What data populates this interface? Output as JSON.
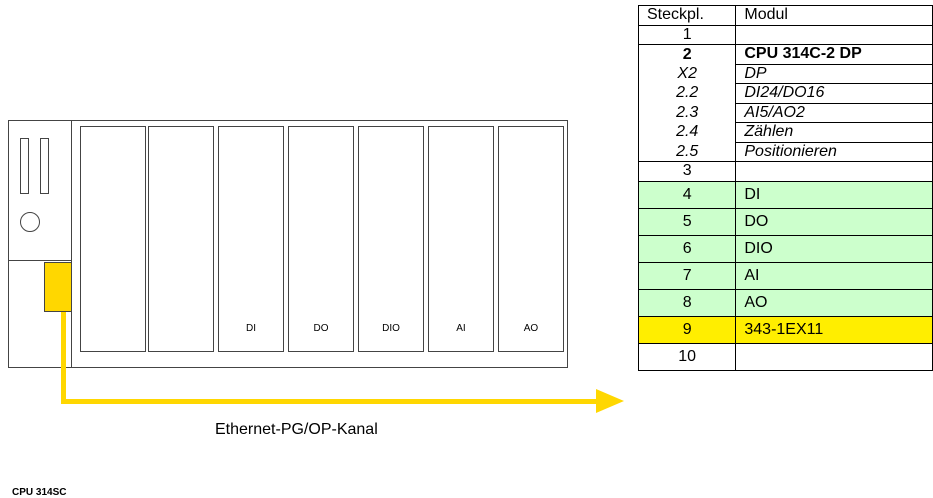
{
  "rack": {
    "cpu_label": "CPU 314SC",
    "slots": [
      "",
      "",
      "DI",
      "DO",
      "DIO",
      "AI",
      "AO"
    ]
  },
  "channel_label": "Ethernet-PG/OP-Kanal",
  "table": {
    "header": {
      "slot": "Steckpl.",
      "module": "Modul"
    },
    "rows": [
      {
        "slot": "1",
        "module": ""
      },
      {
        "slot": "2",
        "module": "CPU 314C-2 DP"
      },
      {
        "slot": "X2",
        "module": "DP"
      },
      {
        "slot": "2.2",
        "module": "DI24/DO16"
      },
      {
        "slot": "2.3",
        "module": "AI5/AO2"
      },
      {
        "slot": "2.4",
        "module": "Zählen"
      },
      {
        "slot": "2.5",
        "module": "Positionieren"
      },
      {
        "slot": "3",
        "module": ""
      },
      {
        "slot": "4",
        "module": "DI"
      },
      {
        "slot": "5",
        "module": "DO"
      },
      {
        "slot": "6",
        "module": "DIO"
      },
      {
        "slot": "7",
        "module": "AI"
      },
      {
        "slot": "8",
        "module": "AO"
      },
      {
        "slot": "9",
        "module": "343-1EX11"
      },
      {
        "slot": "10",
        "module": ""
      }
    ]
  },
  "colors": {
    "highlight_green": "#ccffcc",
    "highlight_yellow": "#ffee00",
    "connector": "#ffd700"
  }
}
